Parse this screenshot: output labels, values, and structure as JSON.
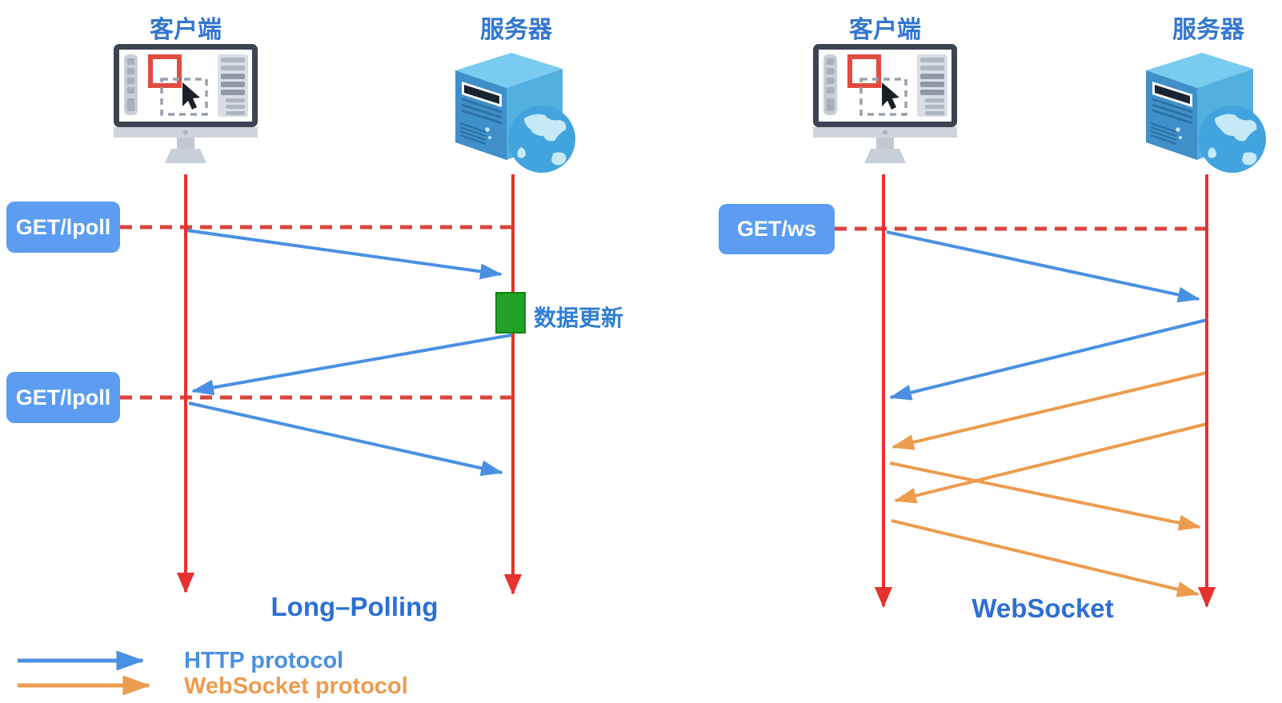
{
  "left_diagram": {
    "client_label": "客户端",
    "server_label": "服务器",
    "request_box_1": "GET/lpoll",
    "request_box_2": "GET/lpoll",
    "data_update_label": "数据更新",
    "title": "Long–Polling"
  },
  "right_diagram": {
    "client_label": "客户端",
    "server_label": "服务器",
    "request_box": "GET/ws",
    "title": "WebSocket"
  },
  "legend": {
    "http_label": "HTTP protocol",
    "websocket_label": "WebSocket protocol"
  },
  "colors": {
    "lifeline_red": "#E8312E",
    "dashed_red": "#D9453E",
    "http_blue": "#4A90E2",
    "websocket_orange": "#EC9C4E",
    "request_box_blue": "#5C9DF2",
    "heading_blue": "#3376CF",
    "title_blue": "#2D6FD2",
    "data_update_green": "#22A226"
  }
}
